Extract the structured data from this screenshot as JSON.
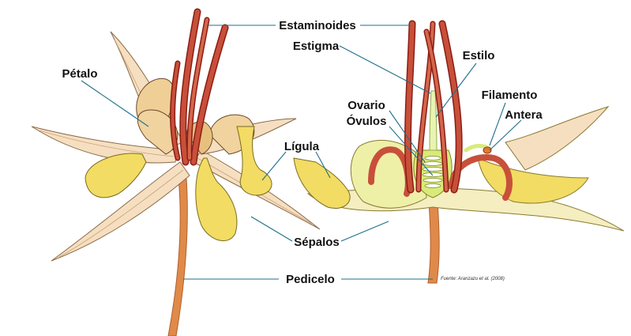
{
  "labels": {
    "estaminoides": "Estaminoides",
    "estigma": "Estigma",
    "estilo": "Estilo",
    "petalo": "Pétalo",
    "ovario": "Ovario",
    "ovulos": "Óvulos",
    "filamento": "Filamento",
    "antera": "Antera",
    "ligula": "Lígula",
    "sepalos": "Sépalos",
    "pedicelo": "Pedicelo"
  },
  "source": "Fuente: Aranzazu et al. (2008)",
  "colors": {
    "sepal": "#f6dfc0",
    "sepal_edge": "#8a6a4a",
    "ligula": "#f2dc63",
    "staminode": "#c8503a",
    "staminode_dark": "#8a1d14",
    "pedicel": "#e08a4a",
    "leader": "#1f6f8b",
    "ovary": "#d9ea7a"
  }
}
